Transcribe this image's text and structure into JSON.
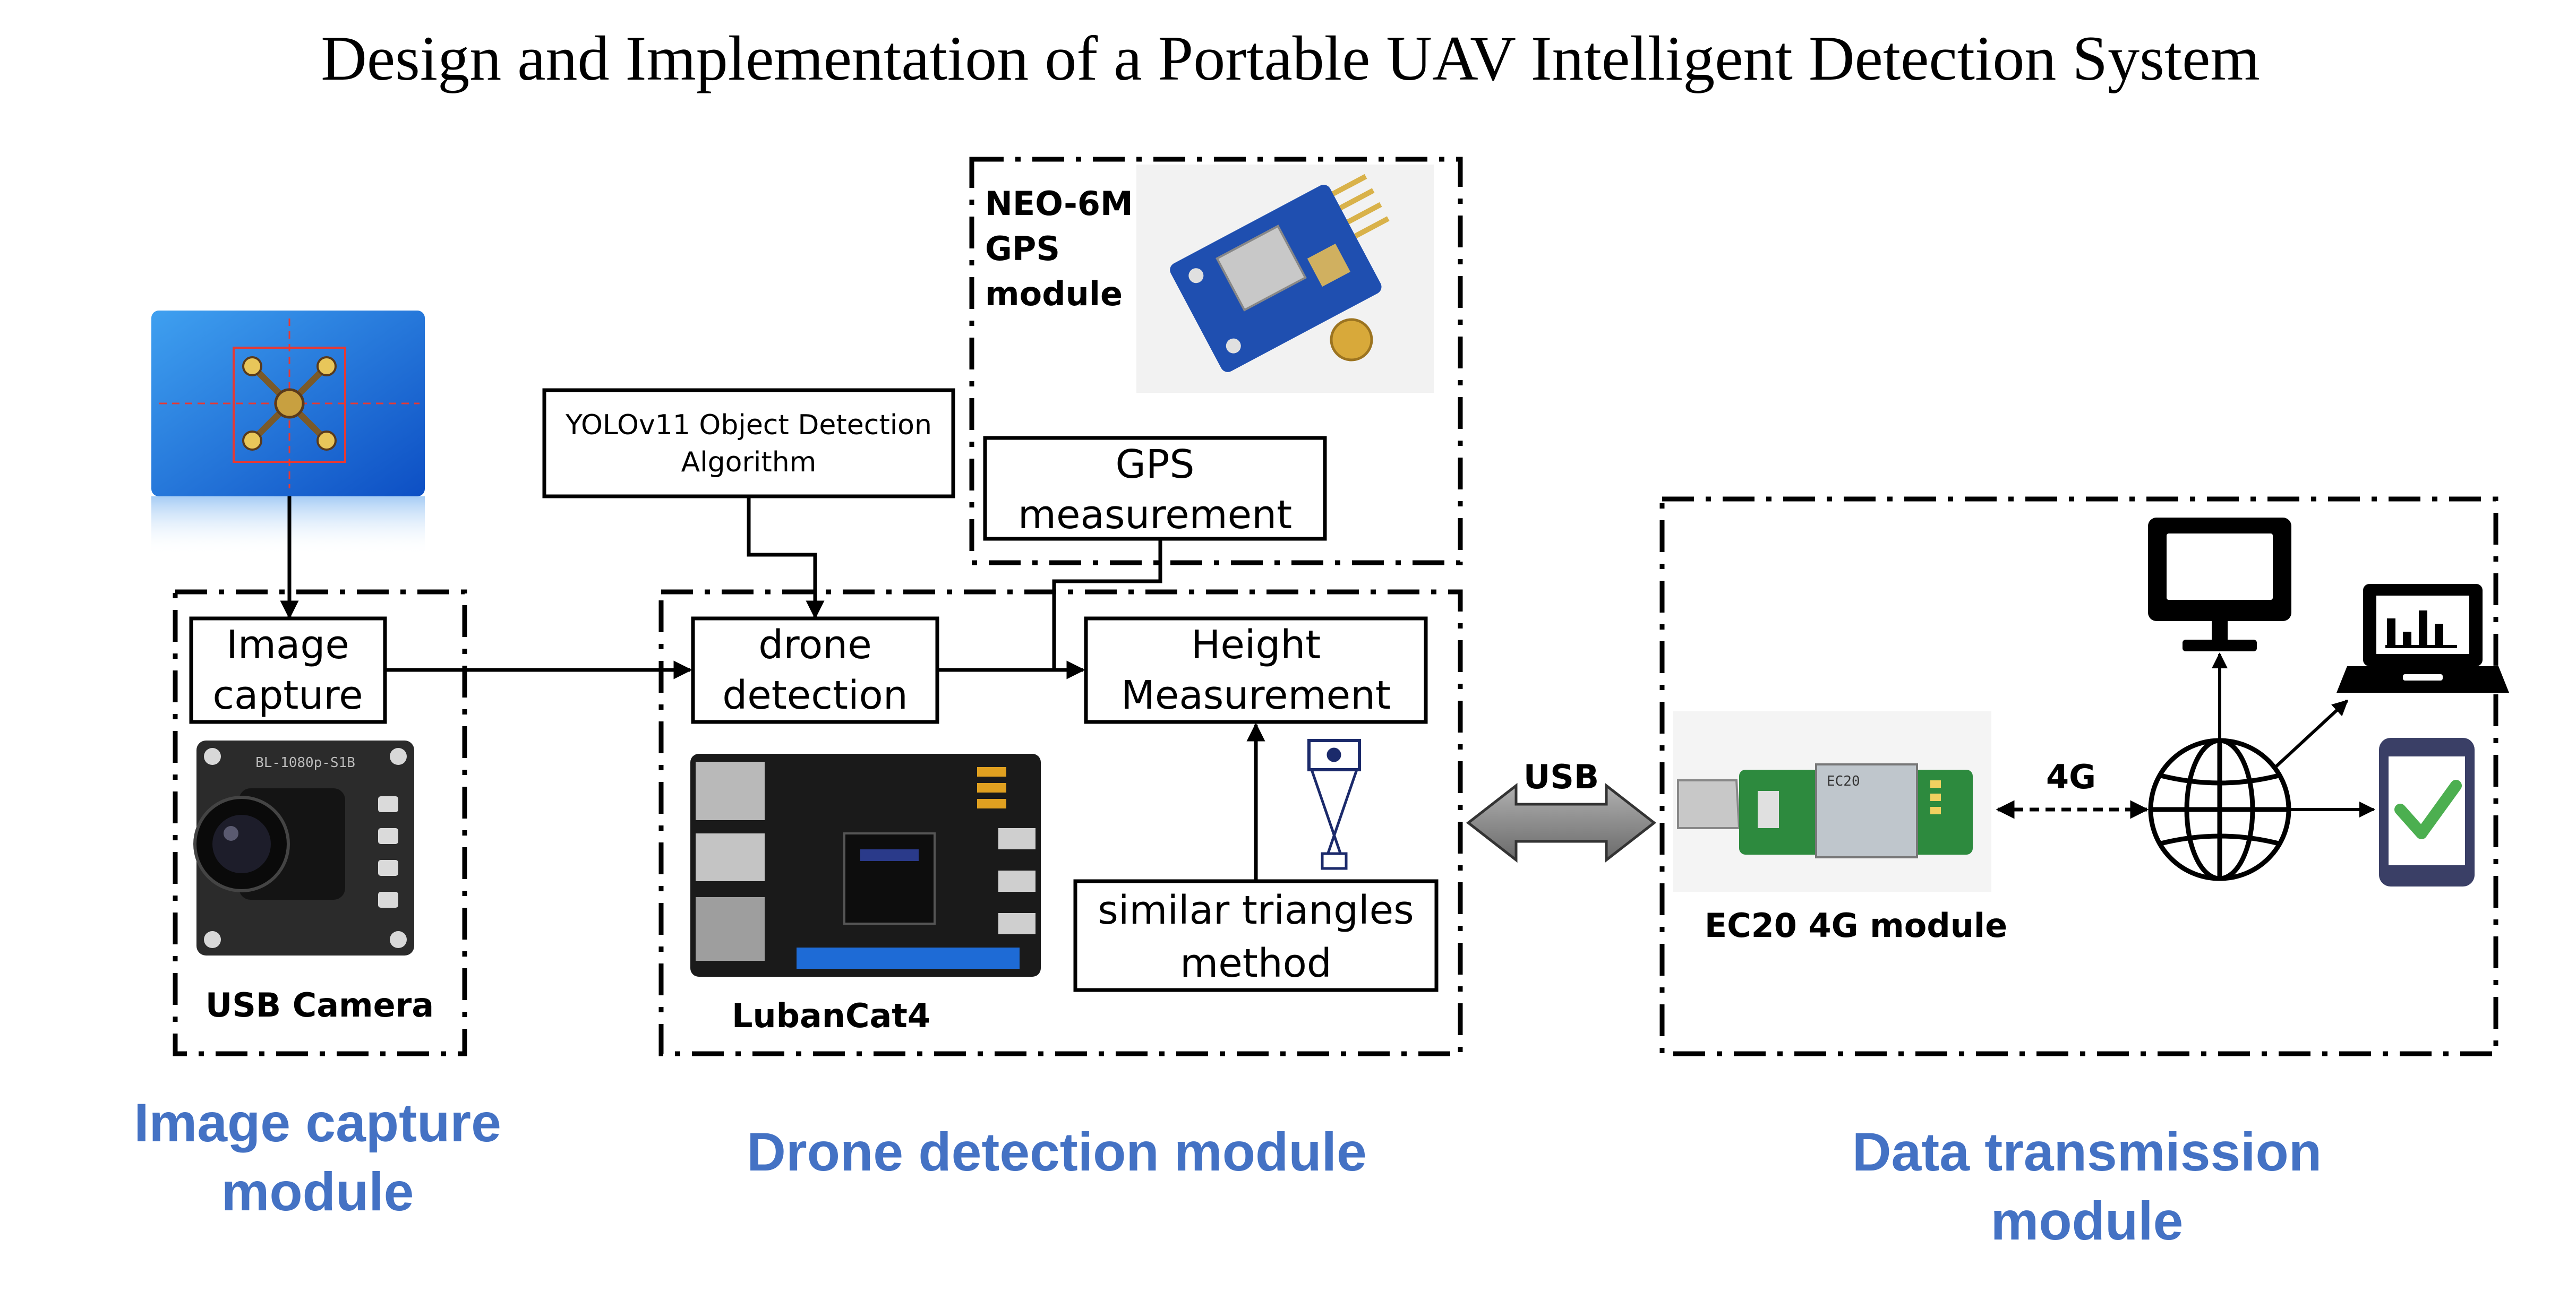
{
  "title": "Design and Implementation of a Portable UAV Intelligent Detection System",
  "modules": {
    "image_capture": {
      "label_line1": "Image capture",
      "label_line2": "module",
      "box_line1": "Image",
      "box_line2": "capture",
      "camera_caption": "USB Camera",
      "camera_board_print": "BL-1080p-S1B"
    },
    "drone_detection": {
      "label": "Drone detection module",
      "yolo_line1": "YOLOv11 Object Detection",
      "yolo_line2": "Algorithm",
      "drone_line1": "drone",
      "drone_line2": "detection",
      "height_line1": "Height",
      "height_line2": "Measurement",
      "triangles_line1": "similar triangles",
      "triangles_line2": "method",
      "board_caption": "LubanCat4",
      "gps_title_line1": "NEO-6M",
      "gps_title_line2": "GPS",
      "gps_title_line3": "module",
      "gps_meas_line1": "GPS",
      "gps_meas_line2": "measurement"
    },
    "data_transmission": {
      "label_line1": "Data transmission",
      "label_line2": "module",
      "usb_label": "USB",
      "link_label": "4G",
      "module_caption": "EC20 4G module",
      "chip_print": "EC20"
    }
  },
  "colors": {
    "module_label": "#4472c4",
    "monitor": "#000000",
    "phone_screen": "#4caf50",
    "photo_bg": "#1565d8"
  },
  "icons": [
    "desktop-monitor-icon",
    "laptop-chart-icon",
    "phone-checkmark-icon",
    "globe-network-icon",
    "bidirectional-arrow-icon"
  ]
}
